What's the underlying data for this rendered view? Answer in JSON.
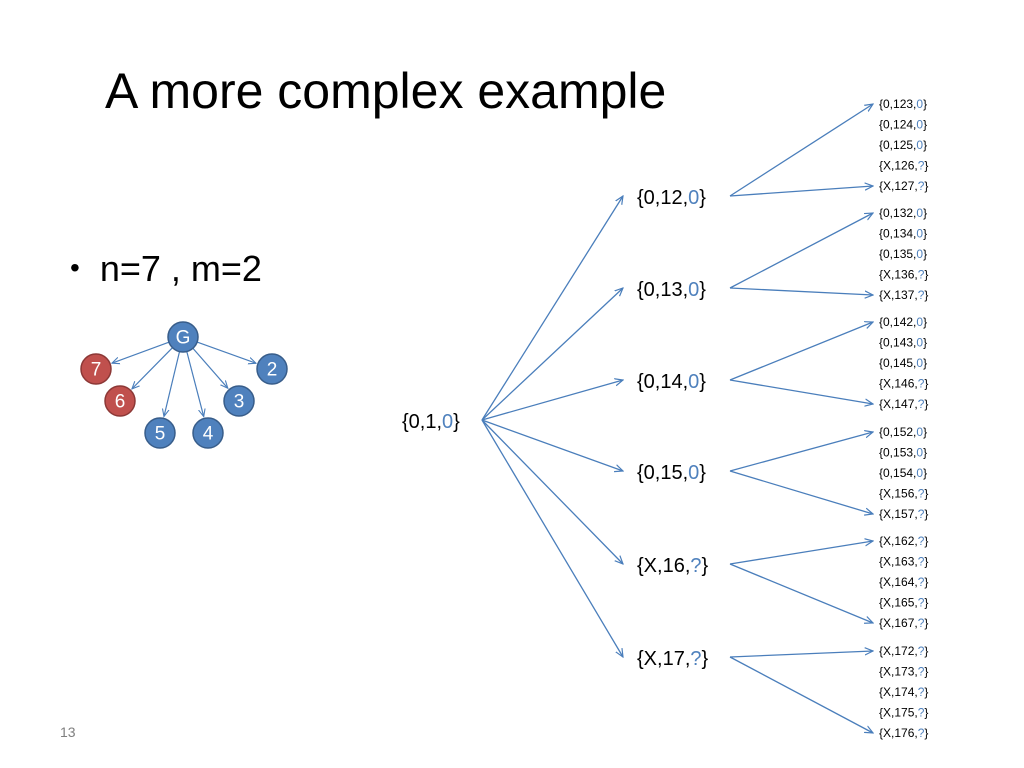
{
  "title": "A more complex example",
  "bullet": "n=7 , m=2",
  "page_number": "13",
  "colors": {
    "node_blue": "#4f81bd",
    "node_red": "#c0504d",
    "edge": "#4a7ebb",
    "hint": "#4f81bd"
  },
  "graph": {
    "nodes": [
      {
        "id": "G",
        "label": "G",
        "color": "blue"
      },
      {
        "id": "7",
        "label": "7",
        "color": "red"
      },
      {
        "id": "2",
        "label": "2",
        "color": "blue"
      },
      {
        "id": "6",
        "label": "6",
        "color": "red"
      },
      {
        "id": "3",
        "label": "3",
        "color": "blue"
      },
      {
        "id": "5",
        "label": "5",
        "color": "blue"
      },
      {
        "id": "4",
        "label": "4",
        "color": "blue"
      }
    ],
    "edges": [
      [
        "G",
        "7"
      ],
      [
        "G",
        "2"
      ],
      [
        "G",
        "6"
      ],
      [
        "G",
        "3"
      ],
      [
        "G",
        "5"
      ],
      [
        "G",
        "4"
      ]
    ]
  },
  "tree": {
    "root": {
      "text": "{0,1,",
      "hint": "0",
      "close": "}"
    },
    "children": [
      {
        "text": "{0,12,",
        "hint": "0",
        "close": "}",
        "leaves": [
          {
            "text": "{0,123,",
            "hint": "0",
            "close": "}"
          },
          {
            "text": "{0,124,",
            "hint": "0",
            "close": "}"
          },
          {
            "text": "{0,125,",
            "hint": "0",
            "close": "}"
          },
          {
            "text": "{X,126,",
            "hint": "?",
            "close": "}"
          },
          {
            "text": "{X,127,",
            "hint": "?",
            "close": "}"
          }
        ]
      },
      {
        "text": "{0,13,",
        "hint": "0",
        "close": "}",
        "leaves": [
          {
            "text": "{0,132,",
            "hint": "0",
            "close": "}"
          },
          {
            "text": "{0,134,",
            "hint": "0",
            "close": "}"
          },
          {
            "text": "{0,135,",
            "hint": "0",
            "close": "}"
          },
          {
            "text": "{X,136,",
            "hint": "?",
            "close": "}"
          },
          {
            "text": "{X,137,",
            "hint": "?",
            "close": "}"
          }
        ]
      },
      {
        "text": "{0,14,",
        "hint": "0",
        "close": "}",
        "leaves": [
          {
            "text": "{0,142,",
            "hint": "0",
            "close": "}"
          },
          {
            "text": "{0,143,",
            "hint": "0",
            "close": "}"
          },
          {
            "text": "{0,145,",
            "hint": "0",
            "close": "}"
          },
          {
            "text": "{X,146,",
            "hint": "?",
            "close": "}"
          },
          {
            "text": "{X,147,",
            "hint": "?",
            "close": "}"
          }
        ]
      },
      {
        "text": "{0,15,",
        "hint": "0",
        "close": "}",
        "leaves": [
          {
            "text": "{0,152,",
            "hint": "0",
            "close": "}"
          },
          {
            "text": "{0,153,",
            "hint": "0",
            "close": "}"
          },
          {
            "text": "{0,154,",
            "hint": "0",
            "close": "}"
          },
          {
            "text": "{X,156,",
            "hint": "?",
            "close": "}"
          },
          {
            "text": "{X,157,",
            "hint": "?",
            "close": "}"
          }
        ]
      },
      {
        "text": "{X,16,",
        "hint": "?",
        "close": "}",
        "leaves": [
          {
            "text": "{X,162,",
            "hint": "?",
            "close": "}"
          },
          {
            "text": "{X,163,",
            "hint": "?",
            "close": "}"
          },
          {
            "text": "{X,164,",
            "hint": "?",
            "close": "}"
          },
          {
            "text": "{X,165,",
            "hint": "?",
            "close": "}"
          },
          {
            "text": "{X,167,",
            "hint": "?",
            "close": "}"
          }
        ]
      },
      {
        "text": "{X,17,",
        "hint": "?",
        "close": "}",
        "leaves": [
          {
            "text": "{X,172,",
            "hint": "?",
            "close": "}"
          },
          {
            "text": "{X,173,",
            "hint": "?",
            "close": "}"
          },
          {
            "text": "{X,174,",
            "hint": "?",
            "close": "}"
          },
          {
            "text": "{X,175,",
            "hint": "?",
            "close": "}"
          },
          {
            "text": "{X,176,",
            "hint": "?",
            "close": "}"
          }
        ]
      }
    ]
  }
}
